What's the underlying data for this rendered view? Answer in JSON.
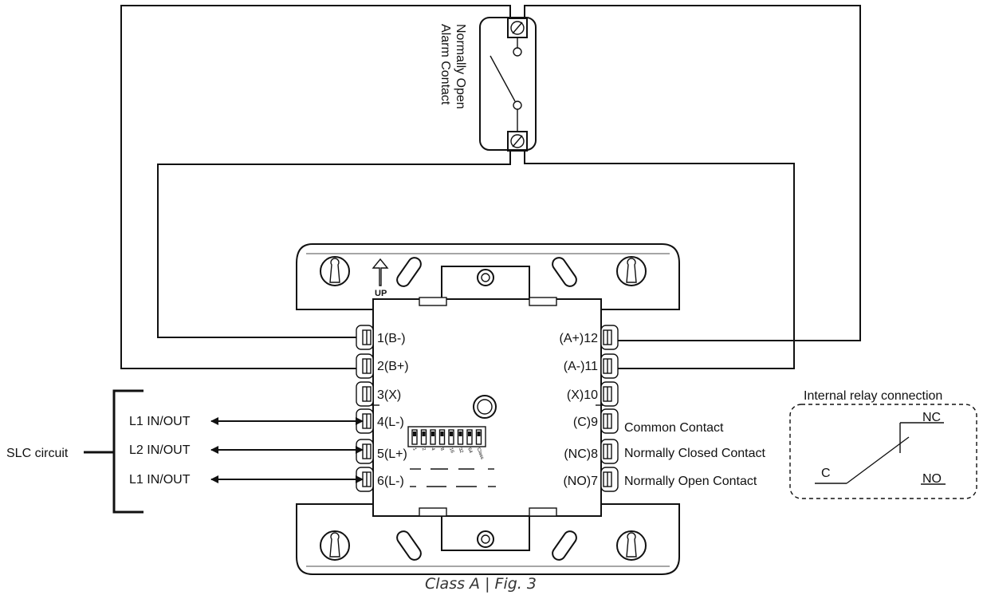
{
  "contact": {
    "label_line1": "Normally Open",
    "label_line2": "Alarm Contact"
  },
  "module": {
    "up_label": "UP",
    "dip_labels": [
      "1",
      "2",
      "4",
      "8",
      "16",
      "32",
      "64",
      "Class"
    ],
    "terminals_left": [
      "1(B-)",
      "2(B+)",
      "3(X)",
      "4(L-)",
      "5(L+)",
      "6(L-)"
    ],
    "terminals_right": [
      "(A+)12",
      "(A-)11",
      "(X)10",
      "(C)9",
      "(NC)8",
      "(NO)7"
    ]
  },
  "slc": {
    "label": "SLC circuit",
    "lines": [
      "L1 IN/OUT",
      "L2 IN/OUT",
      "L1 IN/OUT"
    ]
  },
  "relay_outputs": [
    "Common Contact",
    "Normally Closed Contact",
    "Normally Open Contact"
  ],
  "relay_box": {
    "title": "Internal relay connection",
    "c": "C",
    "nc": "NC",
    "no": "NO"
  },
  "caption": "Class A | Fig. 3"
}
